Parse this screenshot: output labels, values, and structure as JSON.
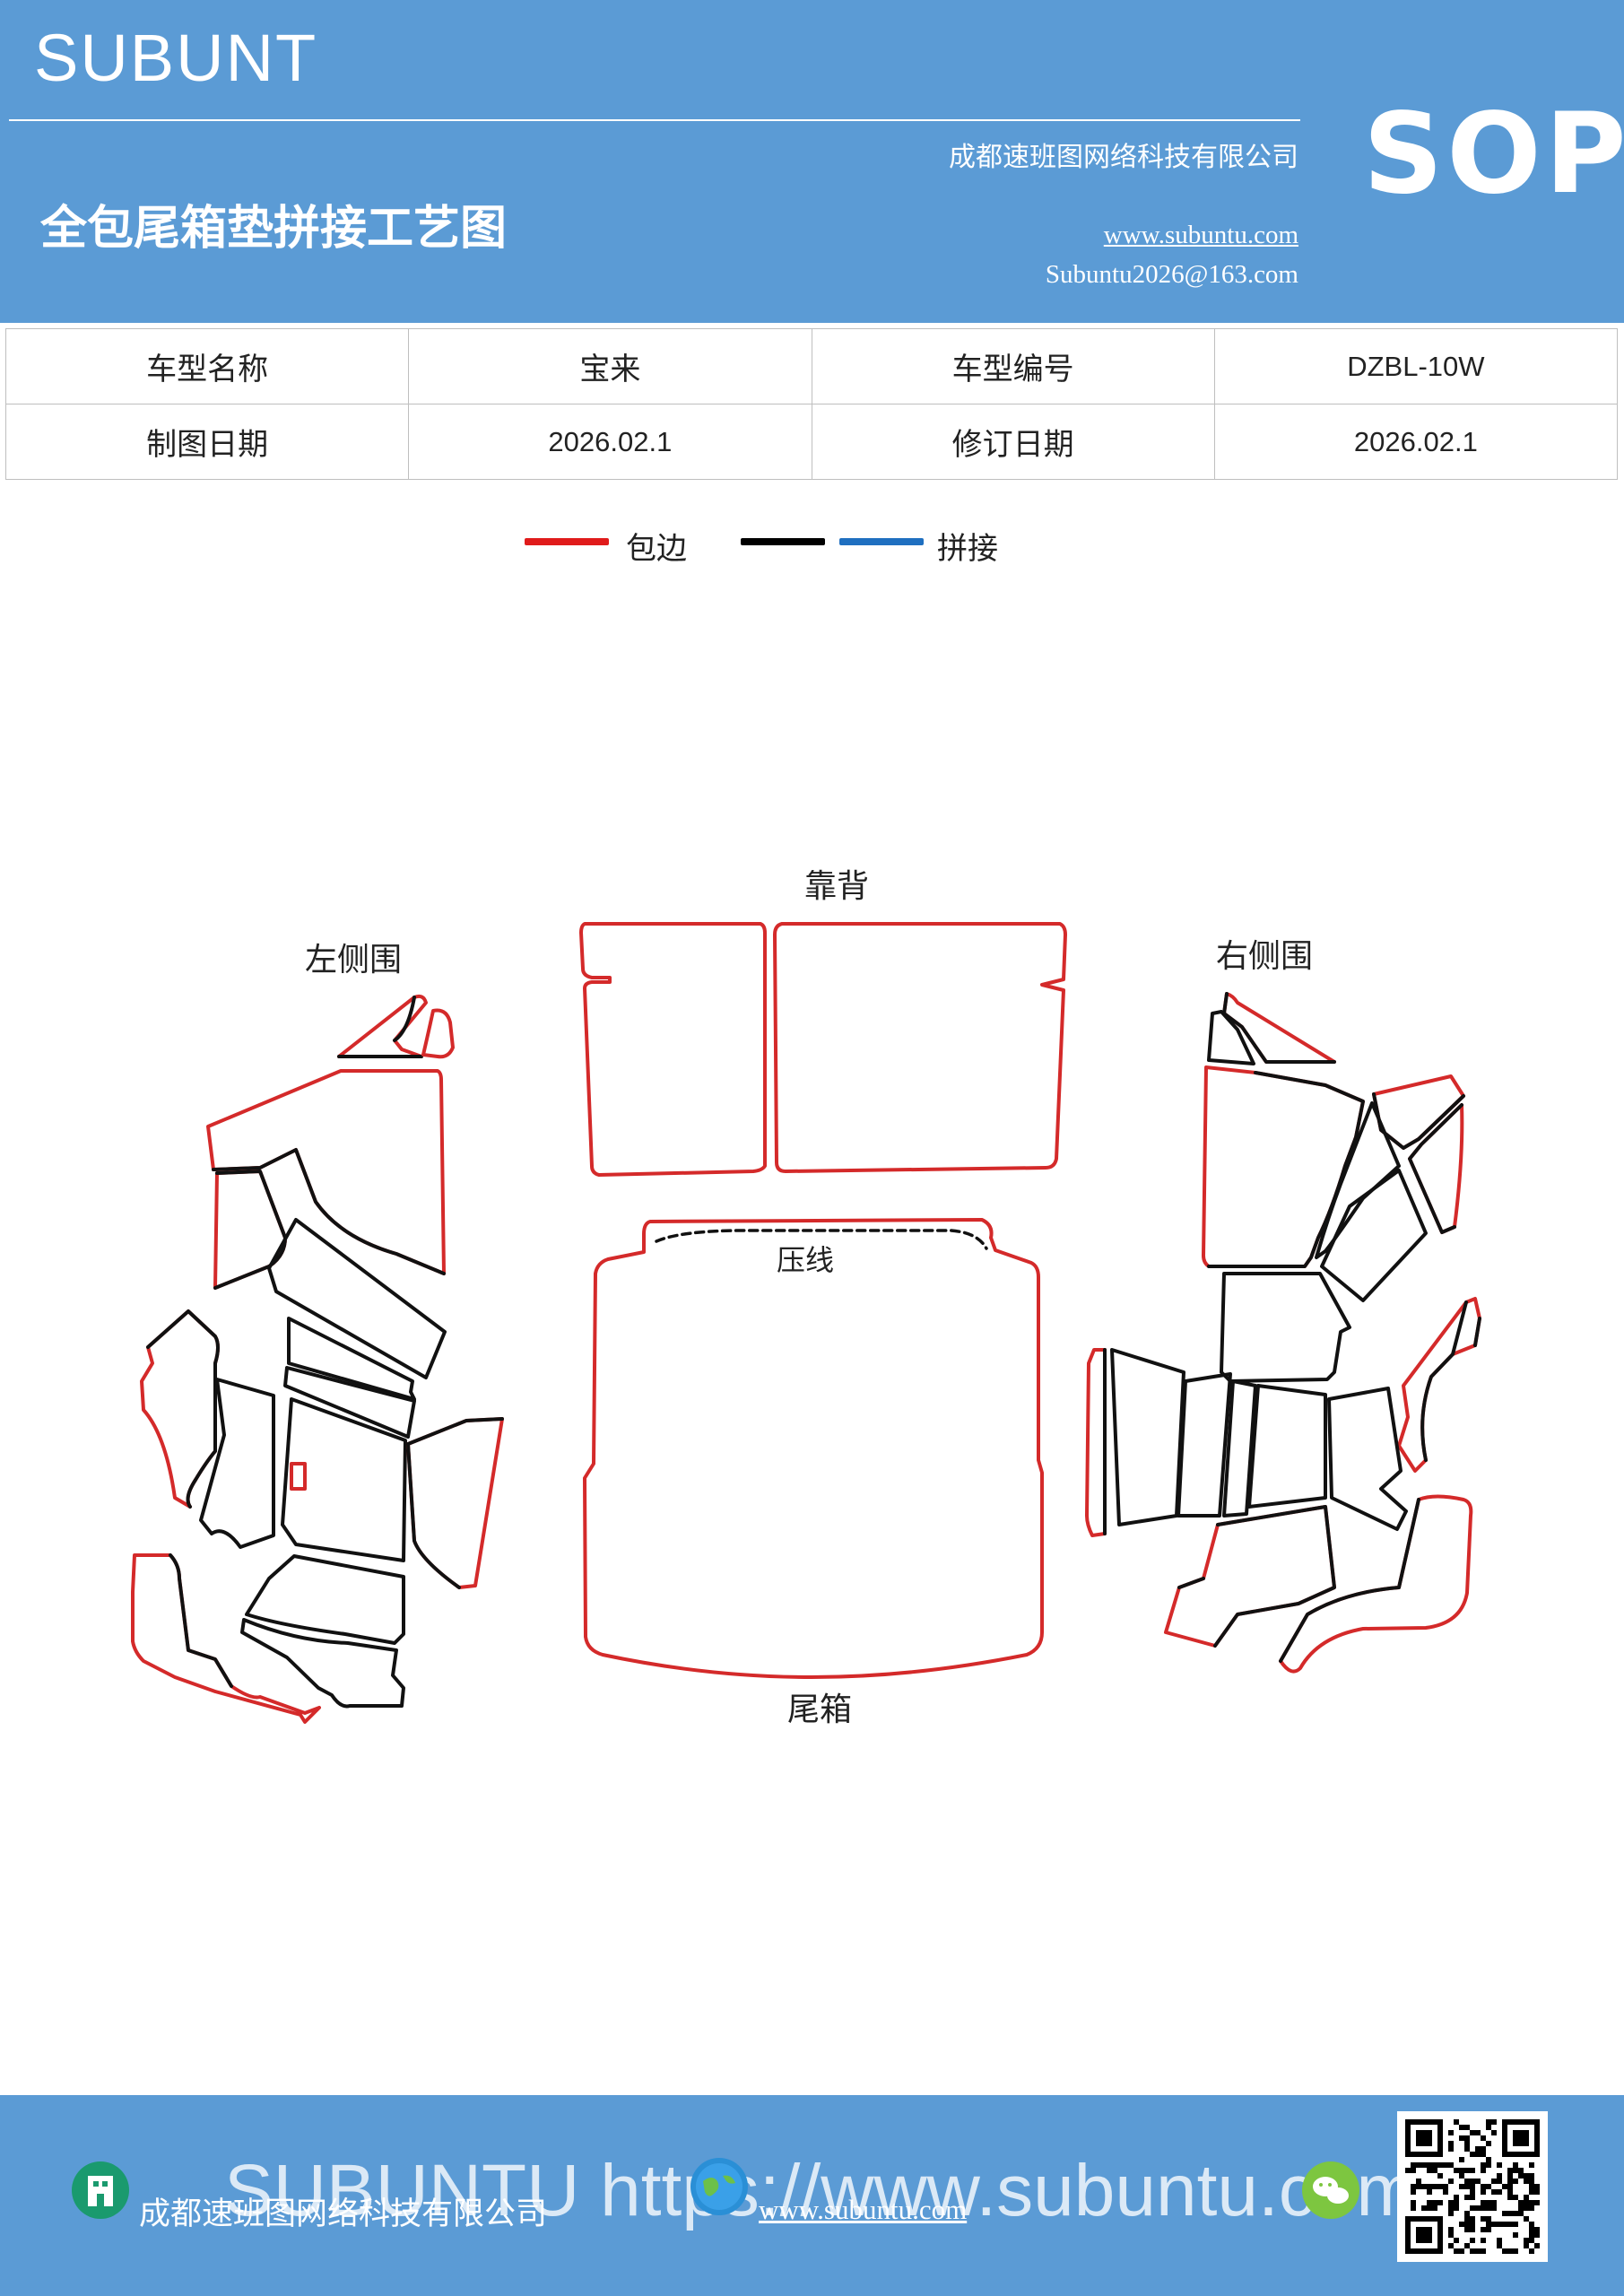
{
  "header": {
    "brand": "SUBUNT",
    "title": "全包尾箱垫拼接工艺图",
    "company": "成都速班图网络科技有限公司",
    "website": "www.subuntu.com",
    "email": "Subuntu2026@163.com",
    "badge": "SOP"
  },
  "info_table": {
    "rows": [
      [
        "车型名称",
        "宝来",
        "车型编号",
        "DZBL-10W"
      ],
      [
        "制图日期",
        "2026.02.1",
        "修订日期",
        "2026.02.1"
      ]
    ]
  },
  "legend": {
    "items": [
      {
        "label": "包边",
        "color": "#e01b1b"
      },
      {
        "label": "拼接",
        "colors": [
          "#000000",
          "#1f6fc0"
        ]
      }
    ]
  },
  "drawing": {
    "labels": {
      "backrest": "靠背",
      "left_side": "左侧围",
      "right_side": "右侧围",
      "crease": "压线",
      "trunk": "尾箱"
    },
    "colors": {
      "edge": "#d42a2a",
      "seam": "#111111"
    }
  },
  "footer": {
    "watermark": "SUBUNTU https://www.subuntu.com",
    "company": "成都速班图网络科技有限公司",
    "website": "www.subuntu.com",
    "icons": [
      "building-icon",
      "globe-icon",
      "wechat-icon",
      "qr-code"
    ]
  }
}
